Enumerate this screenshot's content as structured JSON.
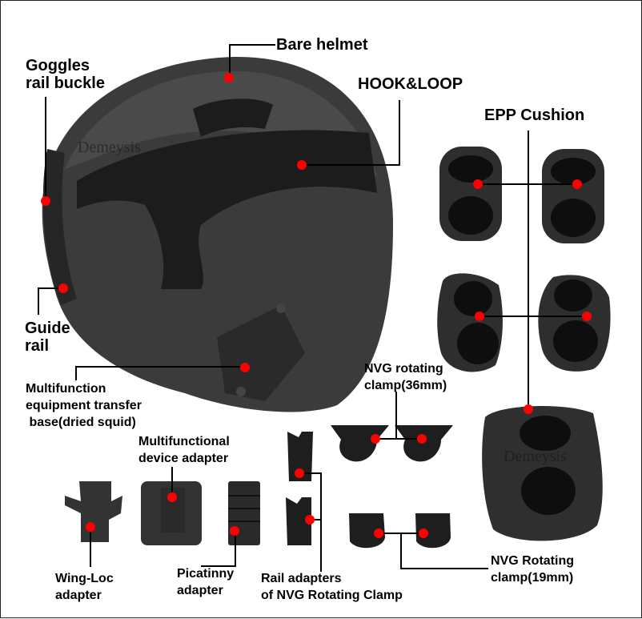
{
  "diagram": {
    "subject": "Tactical helmet and accessories",
    "watermark": "Demeysis",
    "marker_color": "#ff0000",
    "labels": {
      "bare_helmet": "Bare helmet",
      "hook_loop": "HOOK&LOOP",
      "goggles_line1": "Goggles",
      "goggles_line2": "rail buckle",
      "guide_line1": "Guide",
      "guide_line2": "rail",
      "epp_cushion": "EPP Cushion",
      "multifunction_line1": "Multifunction",
      "multifunction_line2": "equipment transfer",
      "multifunction_line3": " base(dried squid)",
      "nvg36_line1": "NVG rotating",
      "nvg36_line2": "clamp(36mm)",
      "device_line1": "Multifunctional",
      "device_line2": "device adapter",
      "wingloc_line1": "Wing-Loc",
      "wingloc_line2": "adapter",
      "picatinny_line1": "Picatinny",
      "picatinny_line2": "adapter",
      "rail_line1": "Rail adapters",
      "rail_line2": "of NVG Rotating Clamp",
      "nvg19_line1": "NVG Rotating",
      "nvg19_line2": "clamp(19mm)"
    }
  }
}
